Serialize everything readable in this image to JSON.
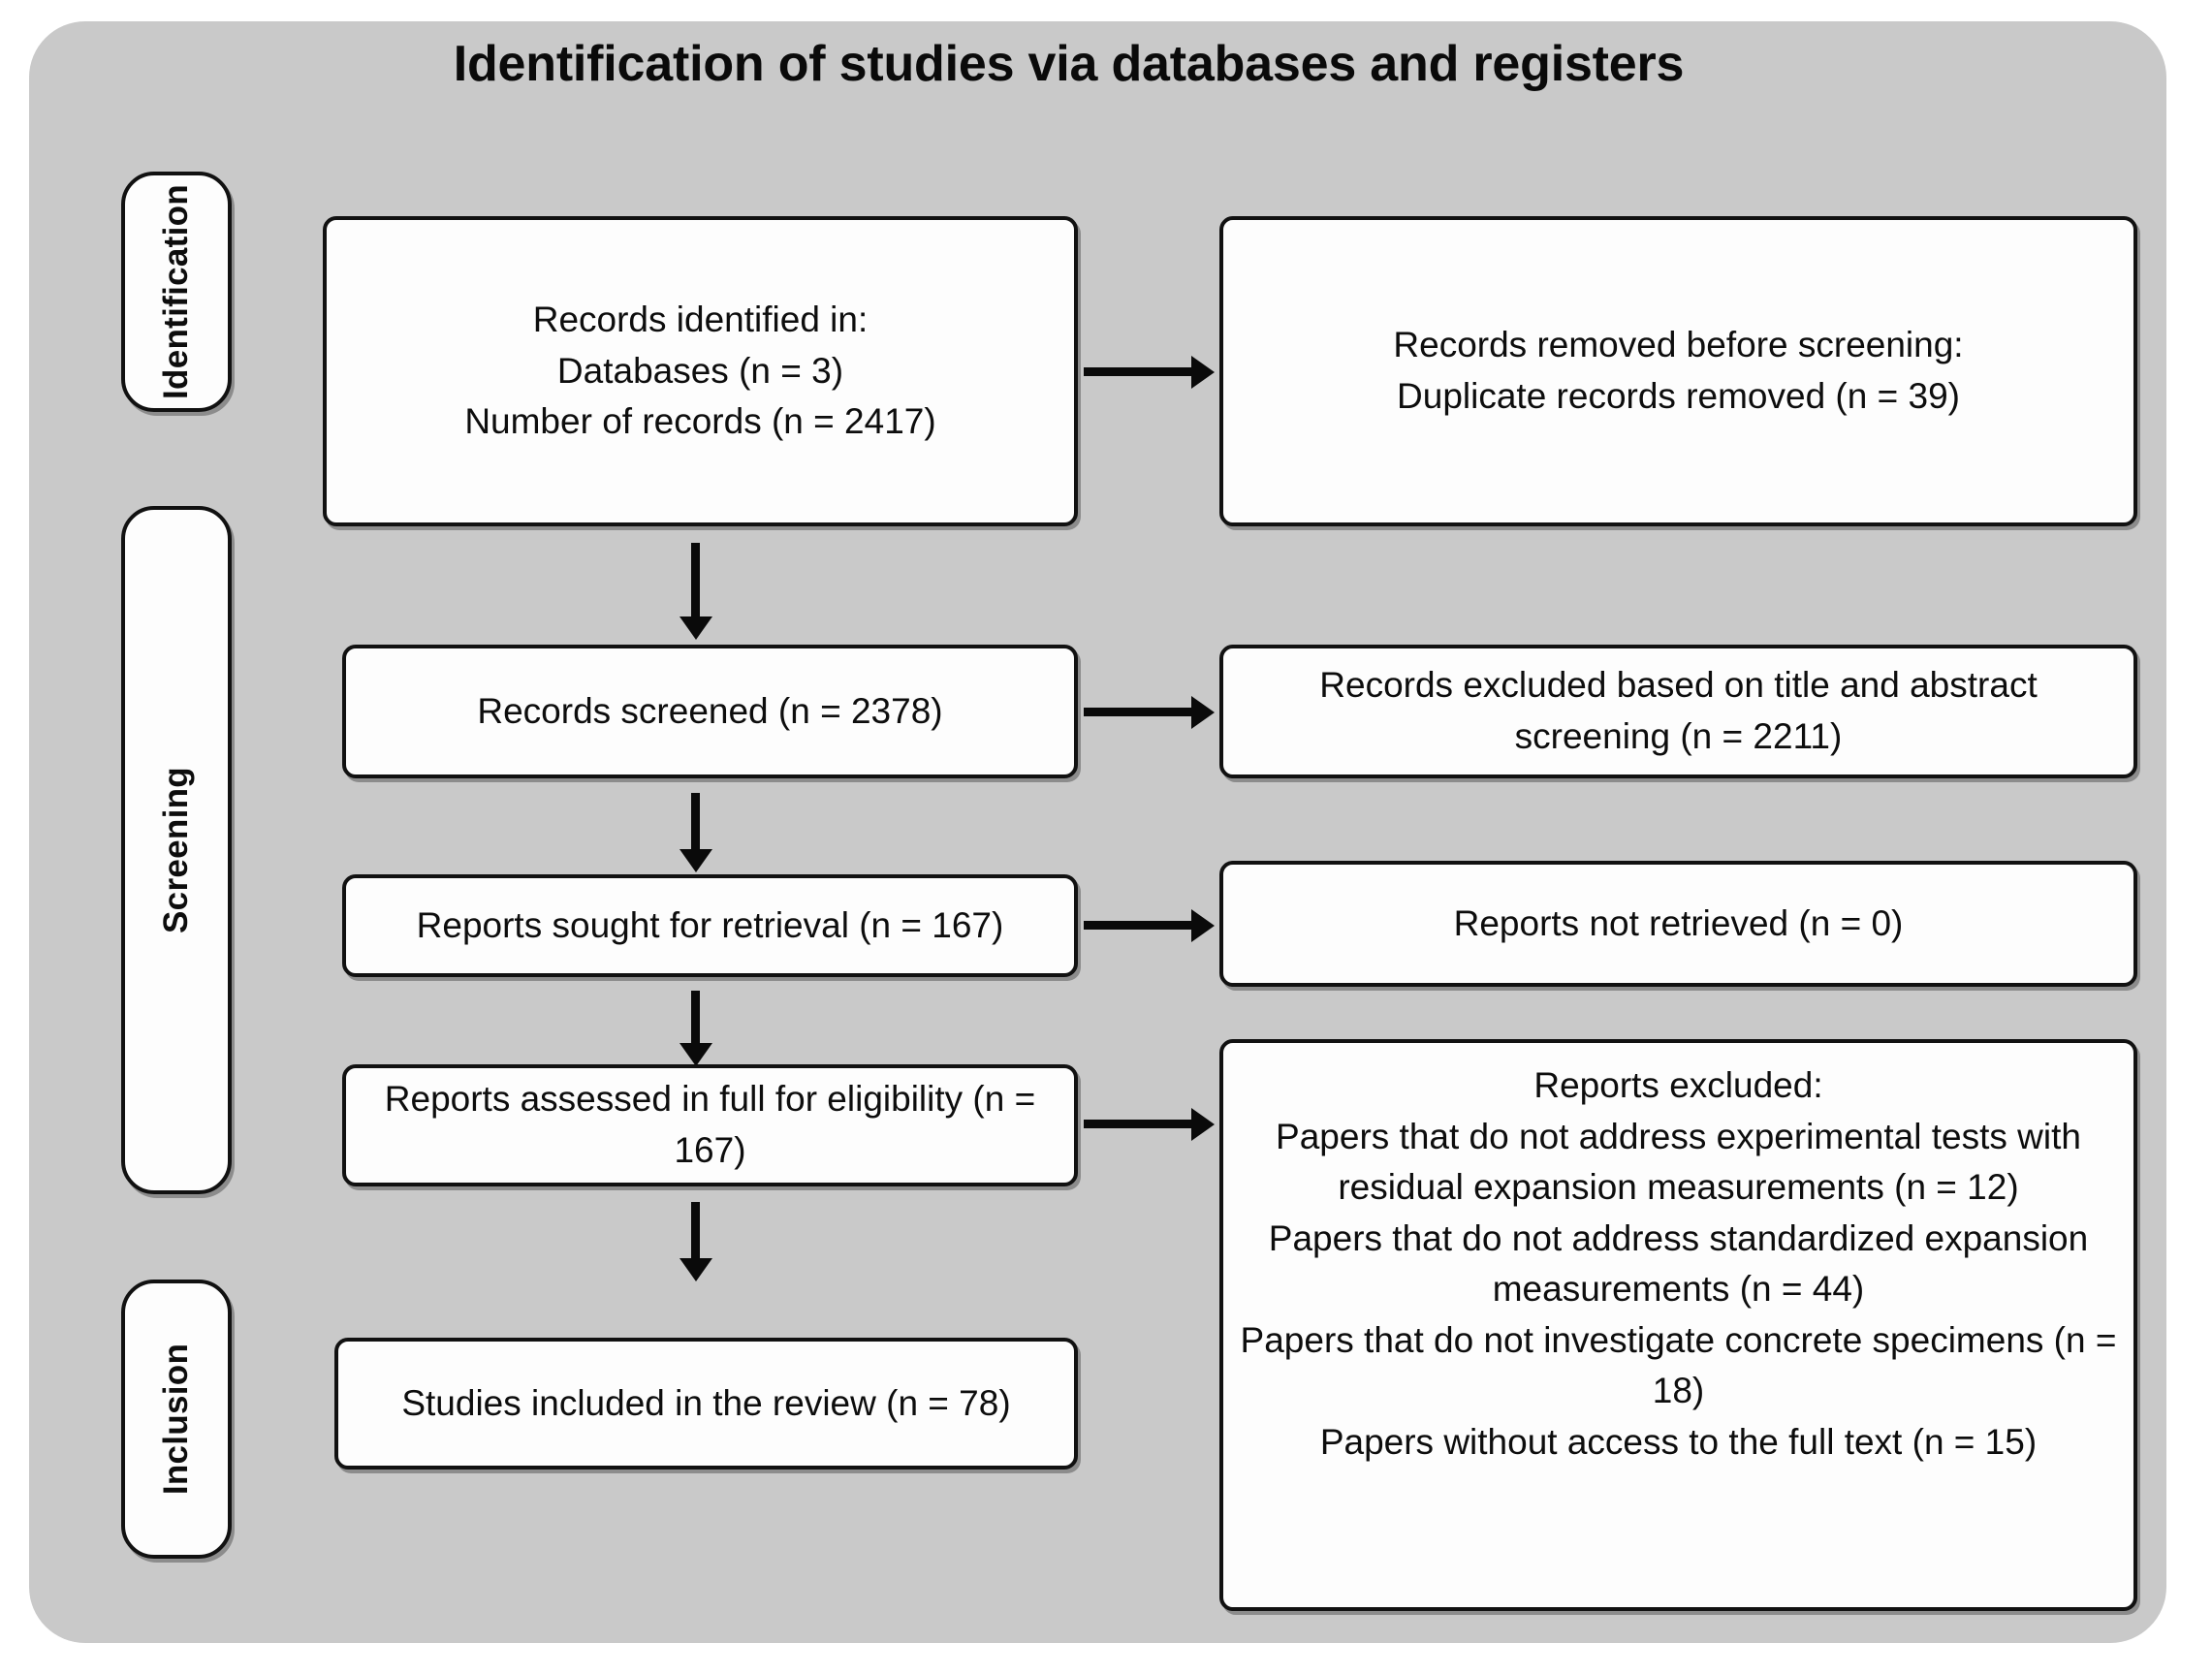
{
  "title": "Identification of studies via databases and registers",
  "stages": [
    {
      "id": "identification",
      "label": "Identification"
    },
    {
      "id": "screening",
      "label": "Screening"
    },
    {
      "id": "inclusion",
      "label": "Inclusion"
    }
  ],
  "nodes": {
    "records_identified": "Records identified in:\nDatabases (n = 3)\nNumber of records (n = 2417)",
    "records_removed": "Records removed before screening:\nDuplicate records removed (n = 39)",
    "records_screened": "Records screened (n = 2378)",
    "records_excluded": "Records excluded based on title and abstract screening (n = 2211)",
    "reports_sought": "Reports sought for retrieval (n = 167)",
    "reports_not_retrieved": "Reports not retrieved (n = 0)",
    "reports_assessed": "Reports assessed in full for eligibility (n = 167)",
    "reports_excluded": "Reports excluded:\nPapers that do not address experimental tests with residual expansion measurements (n = 12)\nPapers that do not address standardized expansion measurements (n = 44)\nPapers that do not investigate concrete specimens (n = 18)\nPapers  without access to the full text (n = 15)",
    "studies_included": "Studies included in the review (n = 78)"
  },
  "counts": {
    "databases": 3,
    "records_identified": 2417,
    "duplicates_removed": 39,
    "records_screened": 2378,
    "records_excluded_title_abstract": 2211,
    "reports_sought": 167,
    "reports_not_retrieved": 0,
    "reports_assessed": 167,
    "excluded_no_experimental_residual_expansion": 12,
    "excluded_no_standardized_expansion": 44,
    "excluded_not_concrete_specimens": 18,
    "excluded_no_full_text_access": 15,
    "studies_included": 78
  },
  "colors": {
    "panel_background": "#c9c9c9",
    "node_background": "#fdfdfd",
    "border": "#111111",
    "text": "#0d0d0d",
    "arrow": "#0a0a0a",
    "page_background": "#ffffff"
  }
}
